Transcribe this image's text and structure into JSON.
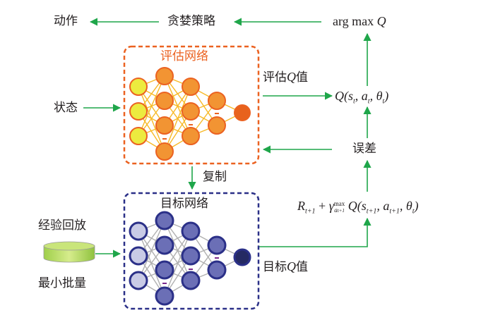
{
  "labels": {
    "action": "动作",
    "greedy_policy": "贪婪策略",
    "argmax_text": "arg max",
    "argmax_q": "Q",
    "state": "状态",
    "eval_q_prefix": "评估",
    "eval_q_q": "Q",
    "eval_q_suffix": "值",
    "error": "误差",
    "copy": "复制",
    "replay": "经验回放",
    "minibatch": "最小批量",
    "target_q_prefix": "目标",
    "target_q_q": "Q",
    "target_q_suffix": "值"
  },
  "eval_net": {
    "title": "评估网络",
    "border_color": "#eb6221",
    "input_color": "#eceb3f",
    "node_color": "#f29433",
    "output_color": "#e8621c",
    "edge_color": "#f7b925"
  },
  "target_net": {
    "title": "目标网络",
    "border_color": "#2b3088",
    "input_color": "#c9cbe6",
    "node_color": "#6b6fb6",
    "output_color": "#252a63",
    "edge_color": "#b0b0b0"
  },
  "formulas": {
    "q_eval": {
      "Q": "Q",
      "open": "(",
      "s": "s",
      "s_sub": "t",
      "c1": ", ",
      "a": "a",
      "a_sub": "t",
      "c2": ", ",
      "theta": "θ",
      "theta_sub": "t",
      "close": ")"
    },
    "target": {
      "R": "R",
      "R_sub": "t+1",
      "plus": " + ",
      "gamma": "γ",
      "max_sup": "max",
      "max_sub": "a",
      "max_sub_sub": "t+1",
      "Q": " Q",
      "open": "(",
      "s": "s",
      "s_sub": "t+1",
      "c1": ", ",
      "a": "a",
      "a_sub": "t+1",
      "c2": ", ",
      "theta": "θ",
      "theta_sub": "t",
      "close": ")"
    }
  },
  "arrow_color": "#1fa64a"
}
